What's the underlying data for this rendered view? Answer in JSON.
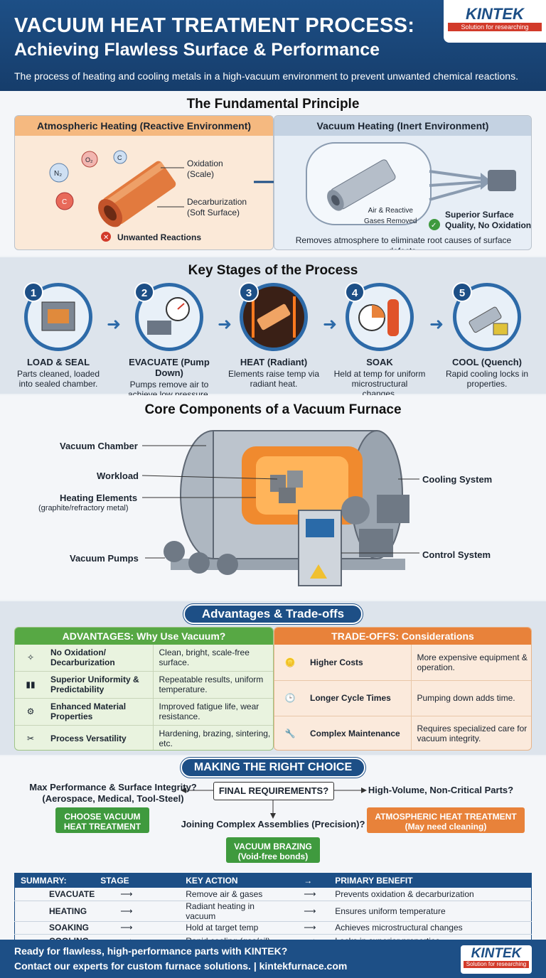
{
  "header": {
    "title_line1": "VACUUM HEAT TREATMENT PROCESS:",
    "title_line2": "Achieving Flawless Surface & Performance",
    "subtitle": "The process of heating and cooling metals in a high-vacuum environment to prevent unwanted chemical reactions.",
    "brand": "KINTEK",
    "brand_tagline": "Solution for researching"
  },
  "principle": {
    "title": "The Fundamental Principle",
    "left": {
      "heading": "Atmospheric Heating (Reactive Environment)",
      "label_oxidation": "Oxidation\n(Scale)",
      "label_decarb": "Decarburization\n(Soft Surface)",
      "gas_n2": "N₂",
      "gas_o2": "O₂",
      "gas_c": "C",
      "footer": "Unwanted Reactions"
    },
    "right": {
      "heading": "Vacuum Heating (Inert Environment)",
      "label_removed": "Air & Reactive\nGases Removed",
      "label_quality": "Superior Surface\nQuality, No Oxidation",
      "footer": "Removes atmosphere to eliminate root causes of surface defects."
    }
  },
  "stages": {
    "title": "Key Stages of the Process",
    "items": [
      {
        "num": "1",
        "title": "LOAD & SEAL",
        "desc": "Parts cleaned, loaded into sealed chamber."
      },
      {
        "num": "2",
        "title": "EVACUATE (Pump Down)",
        "desc": "Pumps remove air to achieve low pressure."
      },
      {
        "num": "3",
        "title": "HEAT (Radiant)",
        "desc": "Elements raise temp via radiant heat."
      },
      {
        "num": "4",
        "title": "SOAK",
        "desc": "Held at temp for uniform microstructural changes."
      },
      {
        "num": "5",
        "title": "COOL (Quench)",
        "desc": "Rapid cooling locks in properties."
      }
    ]
  },
  "components": {
    "title": "Core Components of a Vacuum Furnace",
    "vacuum_chamber": "Vacuum Chamber",
    "workload": "Workload",
    "heating_elements": "Heating Elements",
    "heating_elements_sub": "(graphite/refractory metal)",
    "vacuum_pumps": "Vacuum Pumps",
    "cooling_system": "Cooling System",
    "control_system": "Control System"
  },
  "tradeoffs": {
    "title": "Advantages & Trade-offs",
    "adv_heading": "ADVANTAGES: Why Use Vacuum?",
    "adv_items": [
      {
        "icon": "sparkle-part-icon",
        "name": "No Oxidation/ Decarburization",
        "desc": "Clean, bright, scale-free surface."
      },
      {
        "icon": "uniform-parts-icon",
        "name": "Superior Uniformity & Predictability",
        "desc": "Repeatable results, uniform temperature."
      },
      {
        "icon": "gear-icon",
        "name": "Enhanced Material Properties",
        "desc": "Improved fatigue life, wear resistance."
      },
      {
        "icon": "multitool-icon",
        "name": "Process Versatility",
        "desc": "Hardening, brazing, sintering, etc."
      }
    ],
    "trade_heading": "TRADE-OFFS: Considerations",
    "trade_items": [
      {
        "icon": "coins-icon",
        "name": "Higher Costs",
        "desc": "More expensive equipment & operation."
      },
      {
        "icon": "clock-icon",
        "name": "Longer Cycle Times",
        "desc": "Pumping down adds time."
      },
      {
        "icon": "wrench-warning-icon",
        "name": "Complex Maintenance",
        "desc": "Requires specialized care for vacuum integrity."
      }
    ]
  },
  "choice": {
    "title": "MAKING THE RIGHT CHOICE",
    "left_question": "Max Performance & Surface Integrity?\n(Aerospace, Medical, Tool-Steel)",
    "center": "FINAL REQUIREMENTS?",
    "right_question": "High-Volume, Non-Critical Parts?",
    "left_choice": "CHOOSE VACUUM\nHEAT TREATMENT",
    "middle_question": "Joining Complex Assemblies (Precision)?",
    "right_choice": "ATMOSPHERIC HEAT TREATMENT\n(May need cleaning)",
    "bottom_choice": "VACUUM BRAZING\n(Void-free bonds)"
  },
  "summary": {
    "headers": [
      "SUMMARY:",
      "STAGE",
      "KEY ACTION",
      "→",
      "PRIMARY BENEFIT"
    ],
    "rows": [
      {
        "stage": "EVACUATE",
        "arrow1": "⟶",
        "action": "Remove air & gases",
        "arrow2": "⟶",
        "benefit": "Prevents oxidation & decarburization"
      },
      {
        "stage": "HEATING",
        "arrow1": "⟶",
        "action": "Radiant heating in vacuum",
        "arrow2": "⟶",
        "benefit": "Ensures uniform temperature"
      },
      {
        "stage": "SOAKING",
        "arrow1": "⟶",
        "action": "Hold at target temp",
        "arrow2": "⟶",
        "benefit": "Achieves microstructural changes"
      },
      {
        "stage": "COOLING",
        "arrow1": "⟶",
        "action": "Rapid cooling (gas/oil)",
        "arrow2": "⟶",
        "benefit": "Locks in superior properties"
      }
    ]
  },
  "footer": {
    "line1": "Ready for flawless, high-performance parts with KINTEK?",
    "line2": "Contact our experts for custom furnace solutions.  | kintekfurnace.com",
    "brand": "KINTEK",
    "brand_tagline": "Solution for researching"
  },
  "colors": {
    "primary": "#1d4f86",
    "accent_red": "#d23a2a",
    "green": "#3f9a3e",
    "orange": "#e8823a"
  }
}
